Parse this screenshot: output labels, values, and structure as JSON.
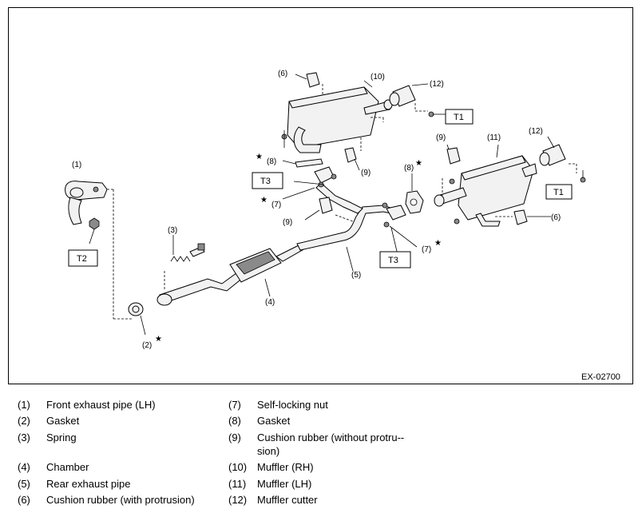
{
  "diagram": {
    "image_code": "EX-02700",
    "callouts": {
      "c1": "(1)",
      "c2": "(2)",
      "c3": "(3)",
      "c4": "(4)",
      "c5": "(5)",
      "c6a": "(6)",
      "c6b": "(6)",
      "c7a": "(7)",
      "c7b": "(7)",
      "c8a": "(8)",
      "c8b": "(8)",
      "c9a": "(9)",
      "c9b": "(9)",
      "c9c": "(9)",
      "c10": "(10)",
      "c11": "(11)",
      "c12a": "(12)",
      "c12b": "(12)"
    },
    "torque_boxes": {
      "t1_upper": "T1",
      "t1_lower": "T1",
      "t2": "T2",
      "t3_upper": "T3",
      "t3_lower": "T3"
    },
    "star": "★"
  },
  "legend": {
    "left": [
      {
        "num": "(1)",
        "text": "Front exhaust pipe (LH)"
      },
      {
        "num": "(2)",
        "text": "Gasket"
      },
      {
        "num": "(3)",
        "text": "Spring"
      },
      {
        "num": "(4)",
        "text": "Chamber"
      },
      {
        "num": "(5)",
        "text": "Rear exhaust pipe"
      },
      {
        "num": "(6)",
        "text": "Cushion rubber (with protrusion)"
      }
    ],
    "right": [
      {
        "num": "(7)",
        "text": "Self-locking nut"
      },
      {
        "num": "(8)",
        "text": "Gasket"
      },
      {
        "num": "(9)",
        "text": "Cushion rubber (without protru-­sion)"
      },
      {
        "num": "(10)",
        "text": "Muffler (RH)"
      },
      {
        "num": "(11)",
        "text": "Muffler (LH)"
      },
      {
        "num": "(12)",
        "text": "Muffler cutter"
      }
    ]
  }
}
